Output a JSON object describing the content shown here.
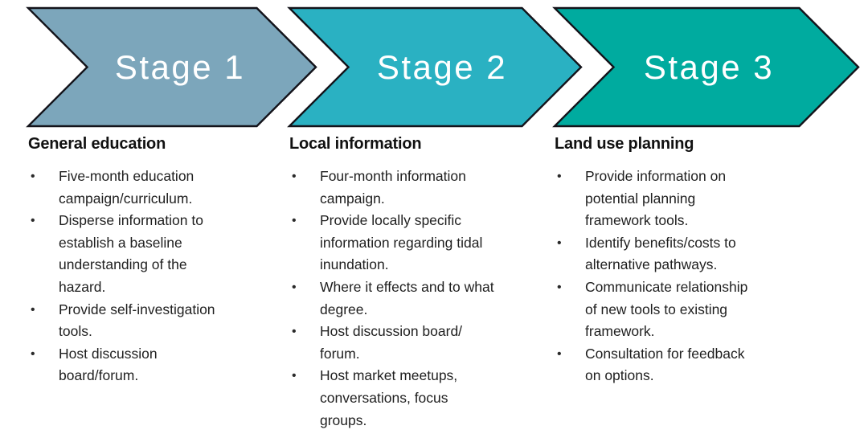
{
  "ui": {
    "bullet_char": "•"
  },
  "colors": {
    "stage1_fill": "#7ca6bb",
    "stage2_fill": "#2ab1c2",
    "stage3_fill": "#00ab9f",
    "outline": "#13131a",
    "stage_label_text": "#ffffff",
    "heading_text": "#111111",
    "body_text": "#1f1f1f",
    "background": "#ffffff"
  },
  "stages": [
    {
      "label": "Stage 1",
      "arrow_color": "#7ca6bb",
      "heading": "General education",
      "bullets": [
        "Five-month education\ncampaign/curriculum.",
        "Disperse information to\nestablish a baseline\nunderstanding of the\nhazard.",
        "Provide self-investigation\ntools.",
        "Host discussion\nboard/forum."
      ]
    },
    {
      "label": "Stage 2",
      "arrow_color": "#2ab1c2",
      "heading": "Local information",
      "bullets": [
        "Four-month information\ncampaign.",
        "Provide locally specific\ninformation regarding tidal\ninundation.",
        "Where it effects and to what\ndegree.",
        "Host discussion board/\nforum.",
        "Host market meetups,\nconversations, focus\ngroups."
      ]
    },
    {
      "label": "Stage 3",
      "arrow_color": "#00ab9f",
      "heading": "Land use planning",
      "bullets": [
        "Provide information on\npotential planning\nframework tools.",
        "Identify benefits/costs to\nalternative pathways.",
        "Communicate relationship\nof new tools to existing\nframework.",
        "Consultation for feedback\non options."
      ]
    }
  ]
}
